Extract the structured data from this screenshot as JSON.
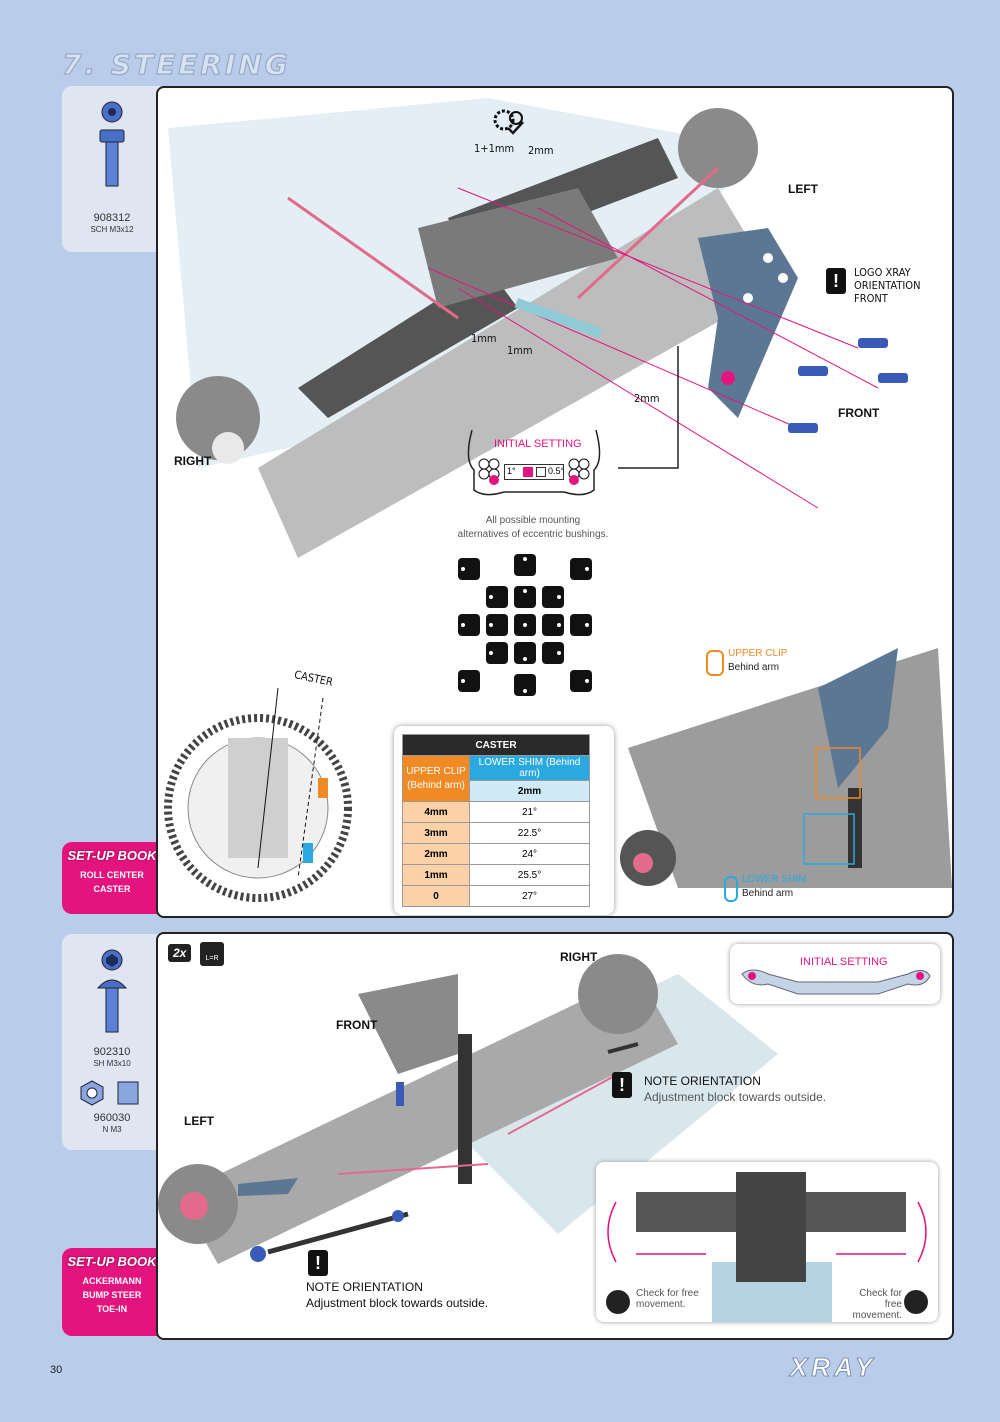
{
  "page": {
    "title": "7. STEERING",
    "page_number": "30",
    "brand_logo": "XRAY"
  },
  "step1": {
    "part": {
      "number": "908312",
      "name": "SCH M3x12"
    },
    "setup_book": {
      "label": "SET-UP BOOK",
      "topics": [
        "ROLL CENTER",
        "CASTER"
      ]
    },
    "spacer_labels": {
      "top_left": "1+1mm",
      "top_right": "2mm",
      "mid_left": "1mm",
      "mid_right": "1mm",
      "bottom": "2mm"
    },
    "directions": {
      "left": "LEFT",
      "right": "RIGHT",
      "front": "FRONT"
    },
    "logo_note": [
      "LOGO XRAY",
      "ORIENTATION",
      "FRONT"
    ],
    "initial_setting": {
      "title": "INITIAL SETTING",
      "left_value": "1°",
      "right_value": "0.5°"
    },
    "bushings_caption": [
      "All possible mounting",
      "alternatives of eccentric bushings."
    ],
    "caster_label": "CASTER",
    "caster_table": {
      "title": "CASTER",
      "col1_header": [
        "UPPER CLIP",
        "(Behind arm)"
      ],
      "col2_header": "LOWER SHIM (Behind arm)",
      "col2_sub": "2mm",
      "rows": [
        {
          "clip": "4mm",
          "caster": "21°"
        },
        {
          "clip": "3mm",
          "caster": "22.5°"
        },
        {
          "clip": "2mm",
          "caster": "24°"
        },
        {
          "clip": "1mm",
          "caster": "25.5°"
        },
        {
          "clip": "0",
          "caster": "27°"
        }
      ]
    },
    "upper_clip": {
      "title": "UPPER CLIP",
      "sub": "Behind arm"
    },
    "lower_shim": {
      "title": "LOWER SHIM",
      "sub": "Behind arm"
    }
  },
  "step2": {
    "parts": [
      {
        "number": "902310",
        "name": "SH M3x10"
      },
      {
        "number": "960030",
        "name": "N M3"
      }
    ],
    "setup_book": {
      "label": "SET-UP BOOK",
      "topics": [
        "ACKERMANN",
        "BUMP STEER",
        "TOE-IN"
      ]
    },
    "quantity": "2x",
    "lr_badge": "L=R",
    "directions": {
      "right": "RIGHT",
      "front": "FRONT",
      "left": "LEFT"
    },
    "initial_setting": "INITIAL SETTING",
    "note1": {
      "title": "NOTE ORIENTATION",
      "text": "Adjustment block towards outside."
    },
    "note2": {
      "title": "NOTE ORIENTATION",
      "text": "Adjustment block towards outside."
    },
    "check_left": [
      "Check for free",
      "movement."
    ],
    "check_right": [
      "Check for free",
      "movement."
    ]
  },
  "colors": {
    "page_bg": "#b9cdea",
    "accent_magenta": "#e4147e",
    "accent_orange": "#f08a24",
    "accent_blue": "#29a9e0",
    "chassis_dark": "#3a3a3a"
  }
}
